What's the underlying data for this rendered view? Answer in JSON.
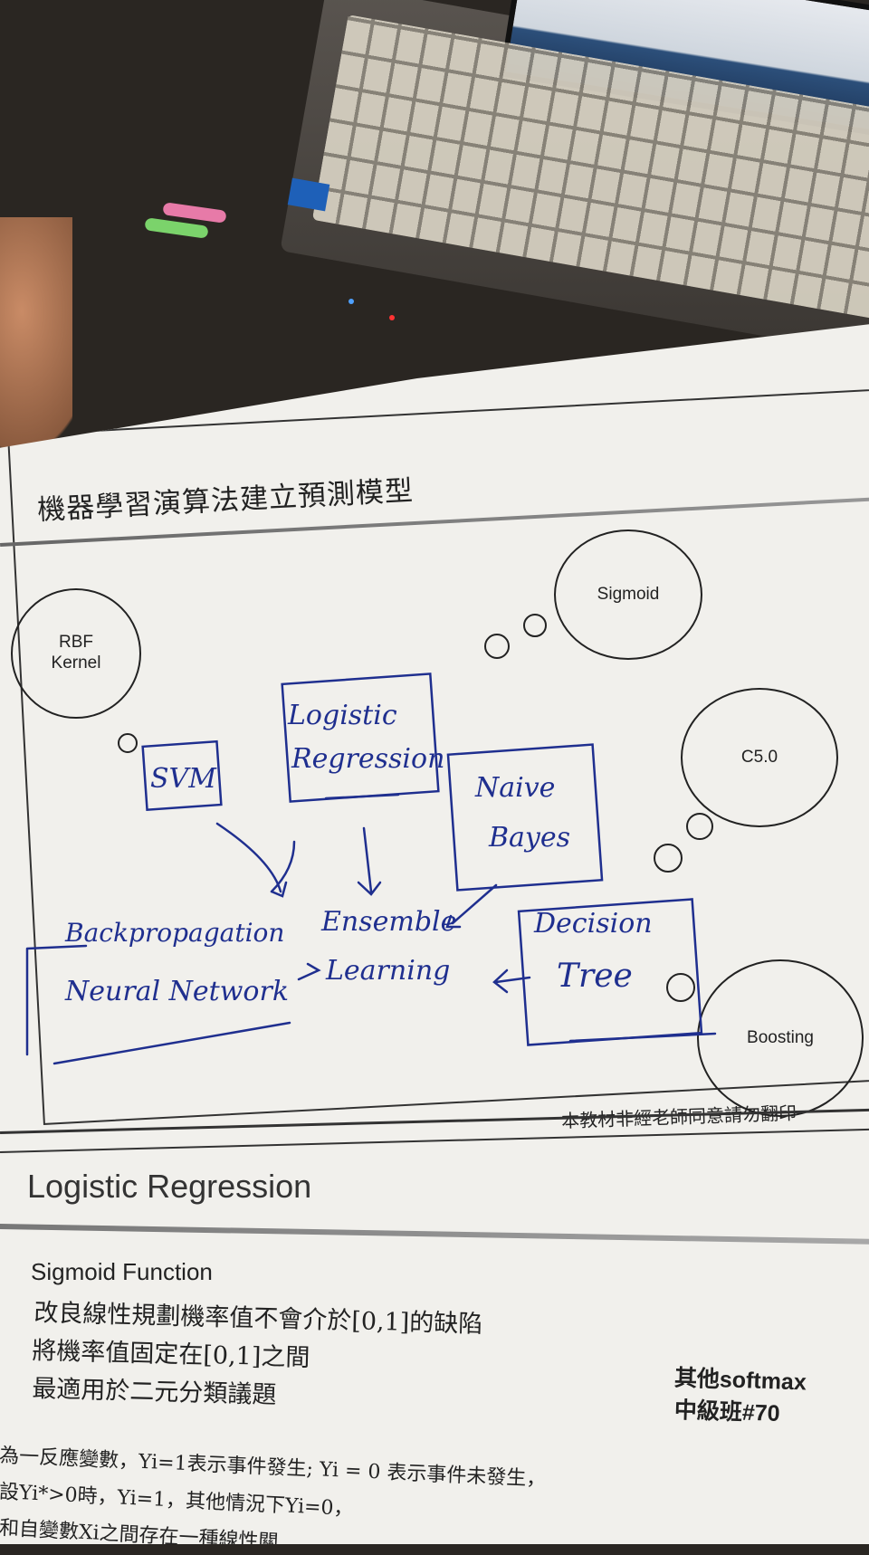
{
  "slide1": {
    "title": "機器學習演算法建立預測模型",
    "bubbles": {
      "rbf": "RBF\nKernel",
      "sigmoid": "Sigmoid",
      "c50": "C5.0",
      "boosting": "Boosting"
    },
    "handwritten": {
      "svm": "SVM",
      "logistic_line1": "Logistic",
      "logistic_line2": "Regression",
      "naive_line1": "Naive",
      "naive_line2": "Bayes",
      "ensemble_line1": "Ensemble",
      "ensemble_line2": "Learning",
      "backprop": "Backpropagation",
      "neural": "Neural Network",
      "decision_line1": "Decision",
      "decision_line2": "Tree"
    },
    "copy_note": "本教材非經老師同意請勿翻印"
  },
  "slide2": {
    "title": "Logistic Regression",
    "subtitle": "Sigmoid Function",
    "bullets": [
      "改良線性規劃機率值不會介於[0,1]的缺陷",
      "將機率值固定在[0,1]之間",
      "最適用於二元分類議題"
    ],
    "side_note": [
      "其他softmax",
      "中級班#70"
    ],
    "formula_lines": [
      "為一反應變數，Yi=1表示事件發生; Yi = 0 表示事件未發生，",
      "設Yi*>0時，Yi=1，其他情況下Yi=0，",
      "和自變數Xi之間存在一種線性關"
    ]
  }
}
